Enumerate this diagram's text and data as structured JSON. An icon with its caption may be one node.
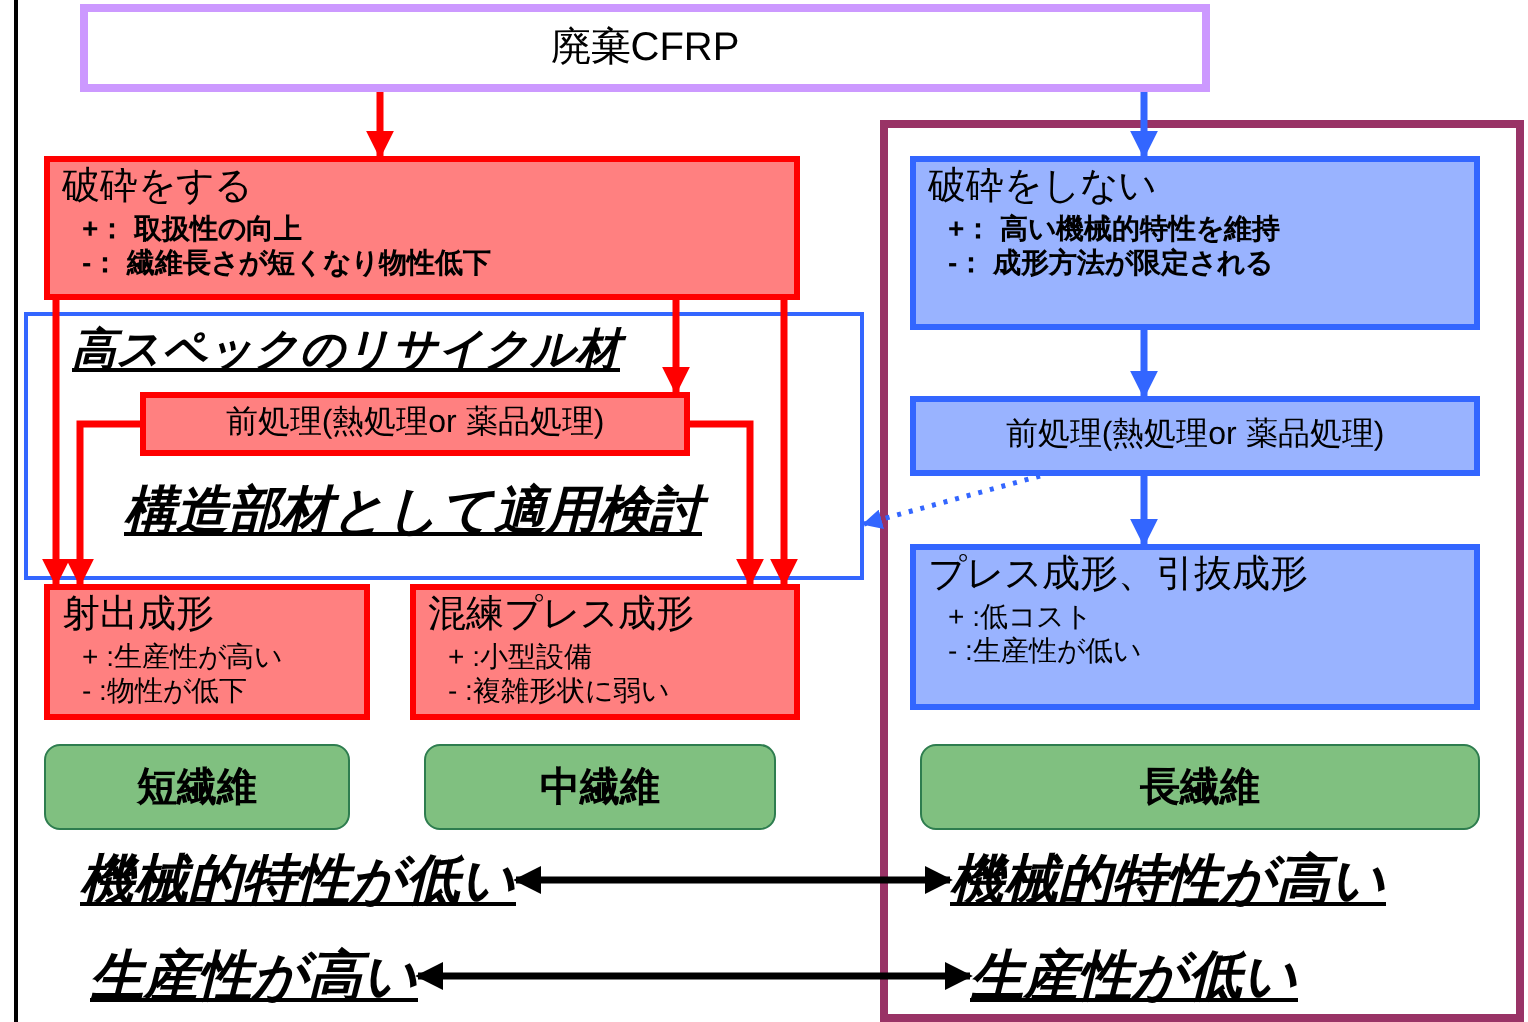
{
  "diagram": {
    "nodes": [
      {
        "text": [
          "廃棄CFRP"
        ]
      },
      {
        "text": [
          "破砕をする",
          "+： 取扱性の向上",
          "-： 繊維長さが短くなり物性低下"
        ]
      },
      {
        "text": [],
        "shape": "box"
      },
      {
        "text": [
          "破砕をしない",
          "+： 高い機械的特性を維持",
          "-： 成形方法が限定される"
        ],
        "in": 2
      },
      {
        "text": [
          "高スペックのリサイクル材",
          "構造部材として適用検討"
        ]
      },
      {
        "text": [
          "前処理(熱処理or 薬品処理)"
        ],
        "in": 4
      },
      {
        "text": [
          "前処理(熱処理or 薬品処理)"
        ],
        "in": 2
      },
      {
        "text": [
          "射出成形",
          "+ :生産性が高い",
          "- :物性が低下"
        ]
      },
      {
        "text": [
          "混練プレス成形",
          "+ :小型設備",
          "- :複雑形状に弱い"
        ]
      },
      {
        "text": [
          "プレス成形、引抜成形",
          "+ :低コスト",
          "- :生産性が低い"
        ],
        "in": 2
      },
      {
        "text": [
          "短繊維"
        ]
      },
      {
        "text": [
          "中繊維"
        ]
      },
      {
        "text": [
          "長繊維"
        ],
        "in": 2
      },
      {
        "text": [
          "機械的特性が低い"
        ]
      },
      {
        "text": [
          "機械的特性が高い"
        ],
        "in": 2
      },
      {
        "text": [
          "生産性が高い"
        ]
      },
      {
        "text": [
          "生産性が低い"
        ],
        "in": 2
      }
    ],
    "edges": [
      {
        "from": 0,
        "to": 1,
        "arrow": "to"
      },
      {
        "from": 0,
        "to": 3,
        "arrow": "to",
        "color": "#3366ff"
      },
      {
        "from": 1,
        "to": 5,
        "arrow": "to"
      },
      {
        "from": 1,
        "to": 7,
        "arrow": "to"
      },
      {
        "from": 1,
        "to": 8,
        "arrow": "to"
      },
      {
        "from": 5,
        "to": 7,
        "arrow": "to"
      },
      {
        "from": 5,
        "to": 8,
        "arrow": "to"
      },
      {
        "from": 3,
        "to": 6,
        "arrow": "to",
        "color": "#3366ff"
      },
      {
        "from": 6,
        "to": 9,
        "arrow": "to",
        "color": "#3366ff"
      },
      {
        "from": 6,
        "to": 4,
        "arrow": "to",
        "style": "dashed",
        "color": "#3366ff"
      },
      {
        "from": 13,
        "to": 14,
        "arrow": "both",
        "color": "#000000"
      },
      {
        "from": 15,
        "to": 16,
        "arrow": "both",
        "color": "#000000"
      }
    ]
  }
}
